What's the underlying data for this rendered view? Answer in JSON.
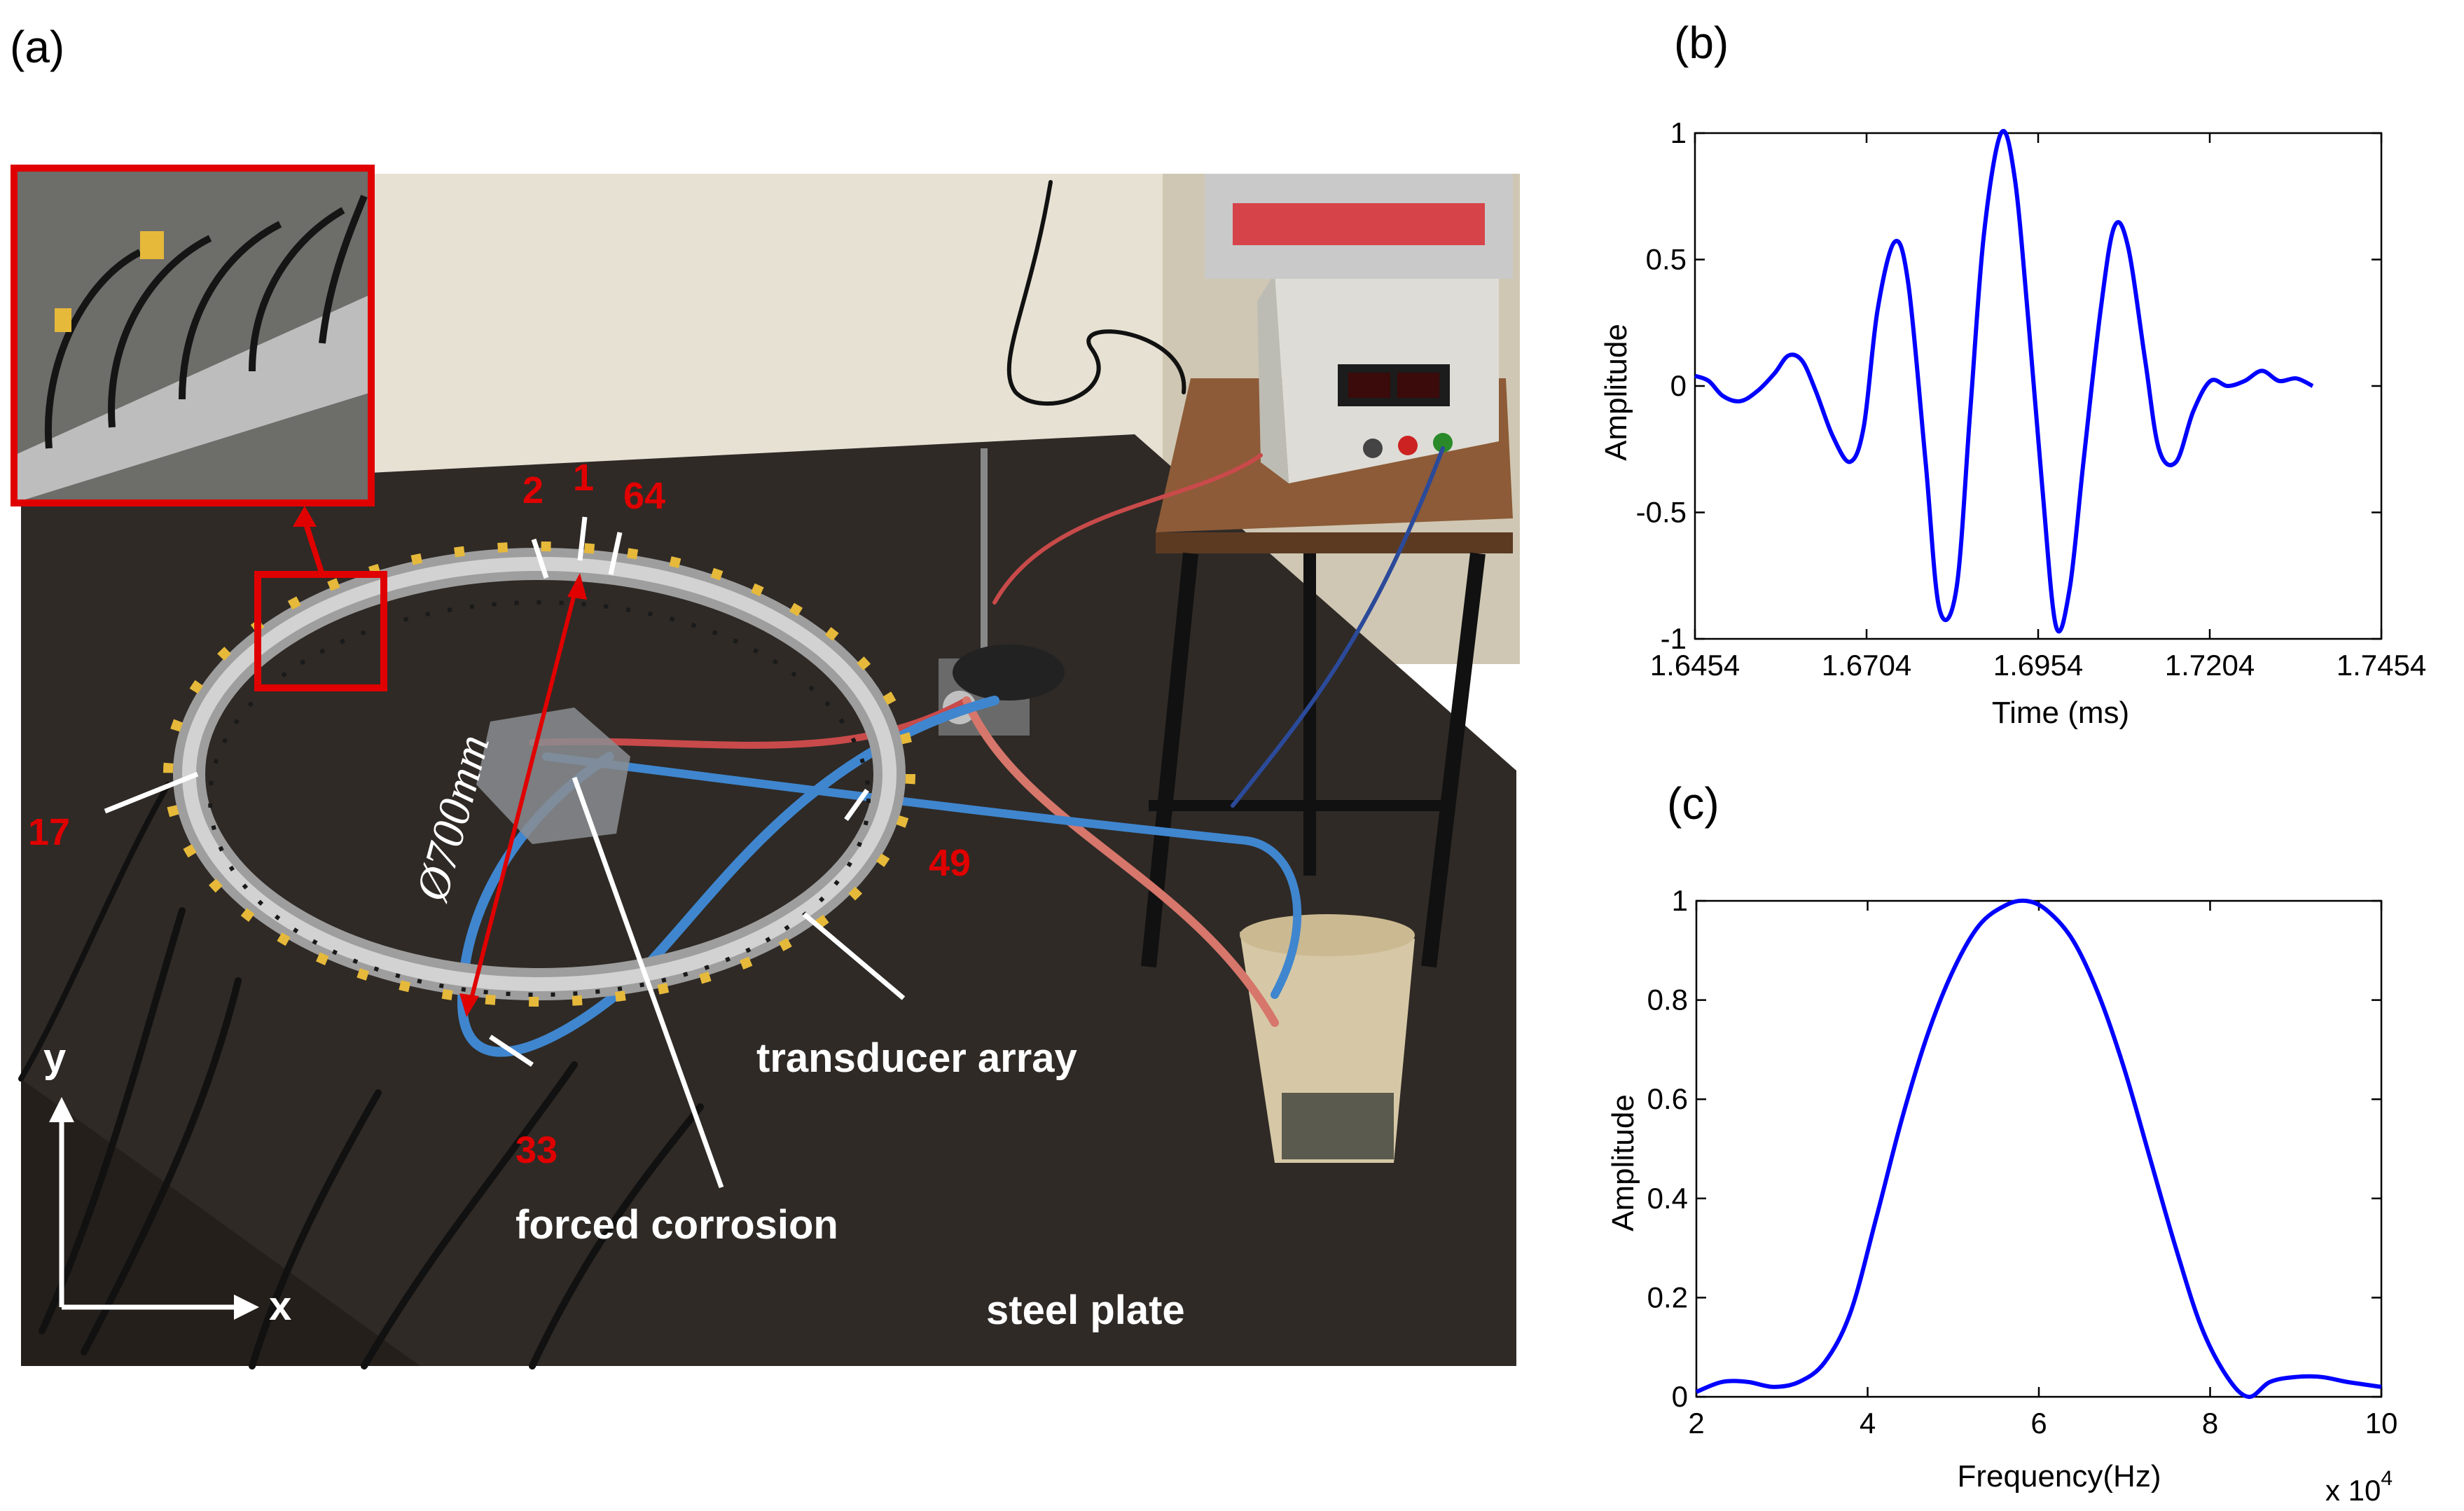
{
  "panels": {
    "a": "(a)",
    "b": "(b)",
    "c": "(c)"
  },
  "photo": {
    "sensor_numbers": [
      "2",
      "1",
      "64",
      "17",
      "49",
      "33"
    ],
    "diameter_label": "Ø700mm",
    "labels": {
      "forced_corrosion": "forced corrosion",
      "transducer_array": "transducer array",
      "steel_plate": "steel plate"
    },
    "axes": {
      "x": "x",
      "y": "y"
    },
    "colors": {
      "marker": "#e00000",
      "plate": "#2f2a26",
      "wall": "#e9e4d6"
    }
  },
  "chart_data": [
    {
      "type": "line",
      "panel": "(b)",
      "xlabel": "Time (ms)",
      "ylabel": "Amplitude",
      "xlim": [
        1.6454,
        1.7454
      ],
      "ylim": [
        -1,
        1
      ],
      "xticks": [
        "1.6454",
        "1.6704",
        "1.6954",
        "1.7204",
        "1.7454"
      ],
      "yticks": [
        "-1",
        "-0.5",
        "0",
        "0.5",
        "1"
      ],
      "series": [
        {
          "color": "#0000ff",
          "x": [
            1.6454,
            1.6474,
            1.6495,
            1.652,
            1.6545,
            1.657,
            1.659,
            1.661,
            1.663,
            1.6655,
            1.668,
            1.67,
            1.672,
            1.6745,
            1.6765,
            1.679,
            1.681,
            1.6835,
            1.6855,
            1.6875,
            1.69,
            1.692,
            1.694,
            1.696,
            1.698,
            1.7,
            1.702,
            1.7045,
            1.7065,
            1.7085,
            1.711,
            1.713,
            1.7155,
            1.718,
            1.7205,
            1.723,
            1.7255,
            1.728,
            1.7305,
            1.733,
            1.7354
          ],
          "y": [
            0.04,
            0.02,
            -0.04,
            -0.06,
            -0.02,
            0.05,
            0.12,
            0.1,
            -0.02,
            -0.2,
            -0.3,
            -0.16,
            0.3,
            0.57,
            0.4,
            -0.3,
            -0.88,
            -0.8,
            -0.1,
            0.6,
            1.0,
            0.82,
            0.25,
            -0.4,
            -0.95,
            -0.8,
            -0.3,
            0.3,
            0.63,
            0.55,
            0.1,
            -0.25,
            -0.3,
            -0.1,
            0.02,
            0.0,
            0.02,
            0.06,
            0.02,
            0.03,
            0.0
          ]
        }
      ]
    },
    {
      "type": "line",
      "panel": "(c)",
      "xlabel": "Frequency(Hz)",
      "ylabel": "Amplitude",
      "xlim": [
        2,
        10
      ],
      "ylim": [
        0,
        1
      ],
      "x_multiplier": "x 10",
      "x_multiplier_exp": "4",
      "xticks": [
        "2",
        "4",
        "6",
        "8",
        "10"
      ],
      "yticks": [
        "0",
        "0.2",
        "0.4",
        "0.6",
        "0.8",
        "1"
      ],
      "series": [
        {
          "color": "#0000ff",
          "x": [
            2.0,
            2.3,
            2.6,
            2.9,
            3.2,
            3.5,
            3.8,
            4.1,
            4.4,
            4.7,
            5.0,
            5.3,
            5.6,
            5.85,
            6.1,
            6.4,
            6.7,
            7.0,
            7.3,
            7.6,
            7.9,
            8.2,
            8.45,
            8.7,
            9.0,
            9.3,
            9.6,
            10.0
          ],
          "y": [
            0.01,
            0.03,
            0.03,
            0.02,
            0.03,
            0.07,
            0.17,
            0.36,
            0.56,
            0.73,
            0.86,
            0.95,
            0.99,
            1.0,
            0.98,
            0.92,
            0.81,
            0.66,
            0.48,
            0.3,
            0.14,
            0.04,
            0.0,
            0.03,
            0.04,
            0.04,
            0.03,
            0.02
          ]
        }
      ]
    }
  ]
}
